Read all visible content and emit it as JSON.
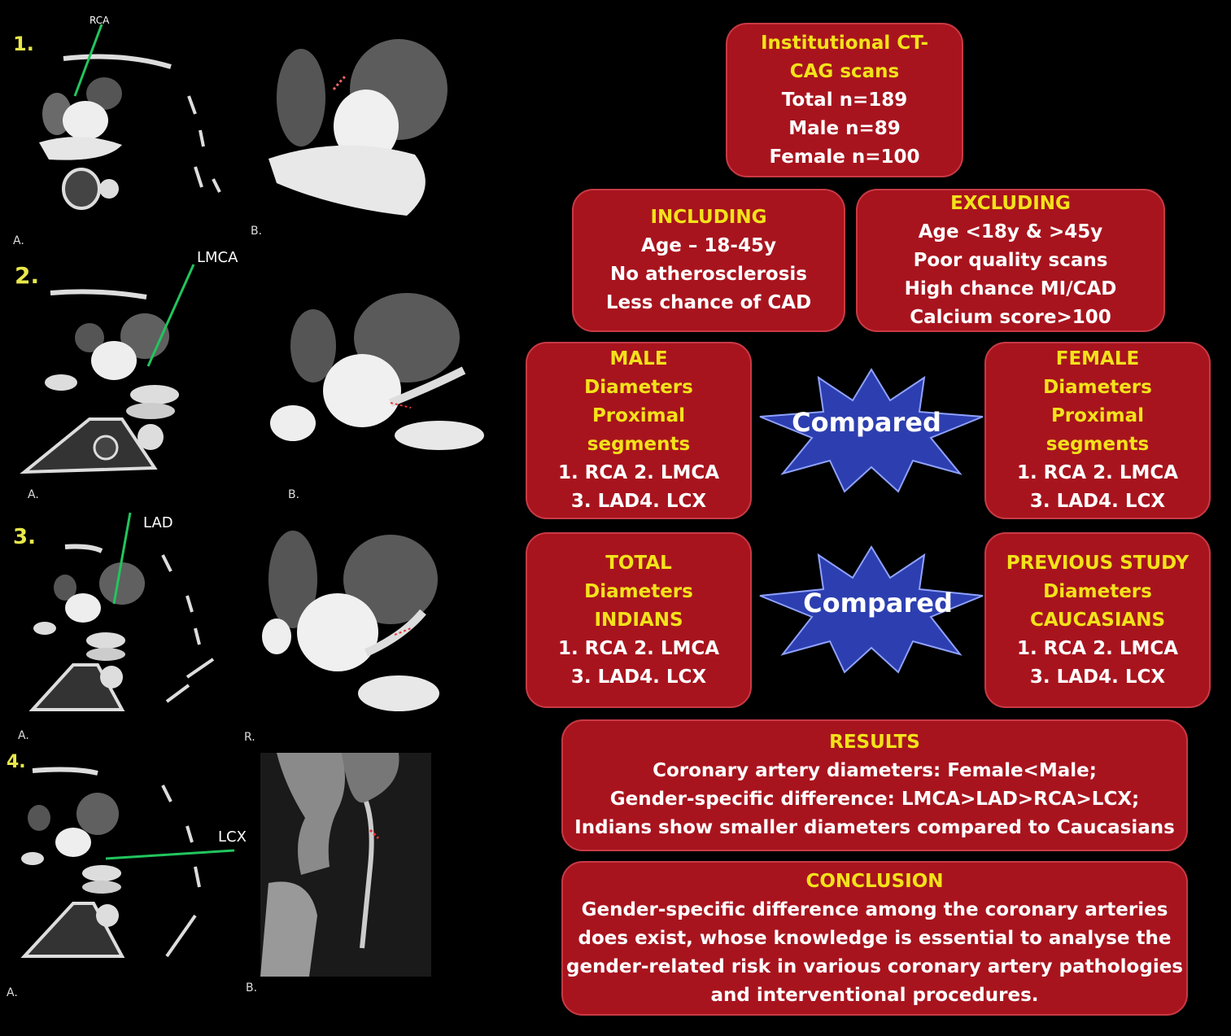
{
  "figure": {
    "colors": {
      "box_fill": "#a8141e",
      "box_heading": "#f2e21a",
      "box_text": "#ffffff",
      "star_fill": "#2d3fb0",
      "guide_line": "#22c55e"
    },
    "scans": [
      {
        "number": "1.",
        "vessel": "RCA",
        "sub_a": "A.",
        "sub_b": "B."
      },
      {
        "number": "2.",
        "vessel": "LMCA",
        "sub_a": "A.",
        "sub_b": "B."
      },
      {
        "number": "3.",
        "vessel": "LAD",
        "sub_a": "A.",
        "sub_b": "R."
      },
      {
        "number": "4.",
        "vessel": "LCX",
        "sub_a": "A.",
        "sub_b": "B."
      }
    ],
    "boxes": {
      "institutional": {
        "heading": [
          "Institutional CT-",
          "CAG scans"
        ],
        "lines": [
          "Total n=189",
          "Male  n=89",
          "Female n=100"
        ]
      },
      "including": {
        "heading": [
          "INCLUDING"
        ],
        "lines": [
          "Age – 18-45y",
          "No atherosclerosis",
          "Less chance of CAD"
        ]
      },
      "excluding": {
        "heading": [
          "EXCLUDING"
        ],
        "lines": [
          "Age <18y & >45y",
          "Poor quality scans",
          "High chance MI/CAD",
          "Calcium score>100"
        ]
      },
      "male": {
        "heading": [
          "MALE",
          "Diameters",
          "Proximal",
          "segments"
        ],
        "lines": [
          "1. RCA 2. LMCA",
          "3. LAD4. LCX"
        ]
      },
      "female": {
        "heading": [
          "FEMALE",
          "Diameters",
          "Proximal",
          "segments"
        ],
        "lines": [
          "1. RCA 2. LMCA",
          "3. LAD4. LCX"
        ]
      },
      "total": {
        "heading": [
          "TOTAL",
          "Diameters",
          "INDIANS"
        ],
        "lines": [
          "1. RCA 2. LMCA",
          "3. LAD4. LCX"
        ]
      },
      "previous": {
        "heading": [
          "PREVIOUS STUDY",
          "Diameters",
          "CAUCASIANS"
        ],
        "lines": [
          "1. RCA 2. LMCA",
          "3. LAD4. LCX"
        ]
      },
      "results": {
        "heading": [
          "RESULTS"
        ],
        "lines": [
          "Coronary artery diameters: Female<Male;",
          "Gender-specific difference: LMCA>LAD>RCA>LCX;",
          "Indians show smaller diameters compared to Caucasians"
        ]
      },
      "conclusion": {
        "heading": [
          "CONCLUSION"
        ],
        "lines": [
          "Gender-specific difference among the coronary arteries",
          "does exist, whose knowledge is essential to analyse the",
          "gender-related risk in various coronary artery pathologies",
          "and interventional procedures."
        ]
      }
    },
    "compare_1": "Compared",
    "compare_2": "Compared"
  }
}
